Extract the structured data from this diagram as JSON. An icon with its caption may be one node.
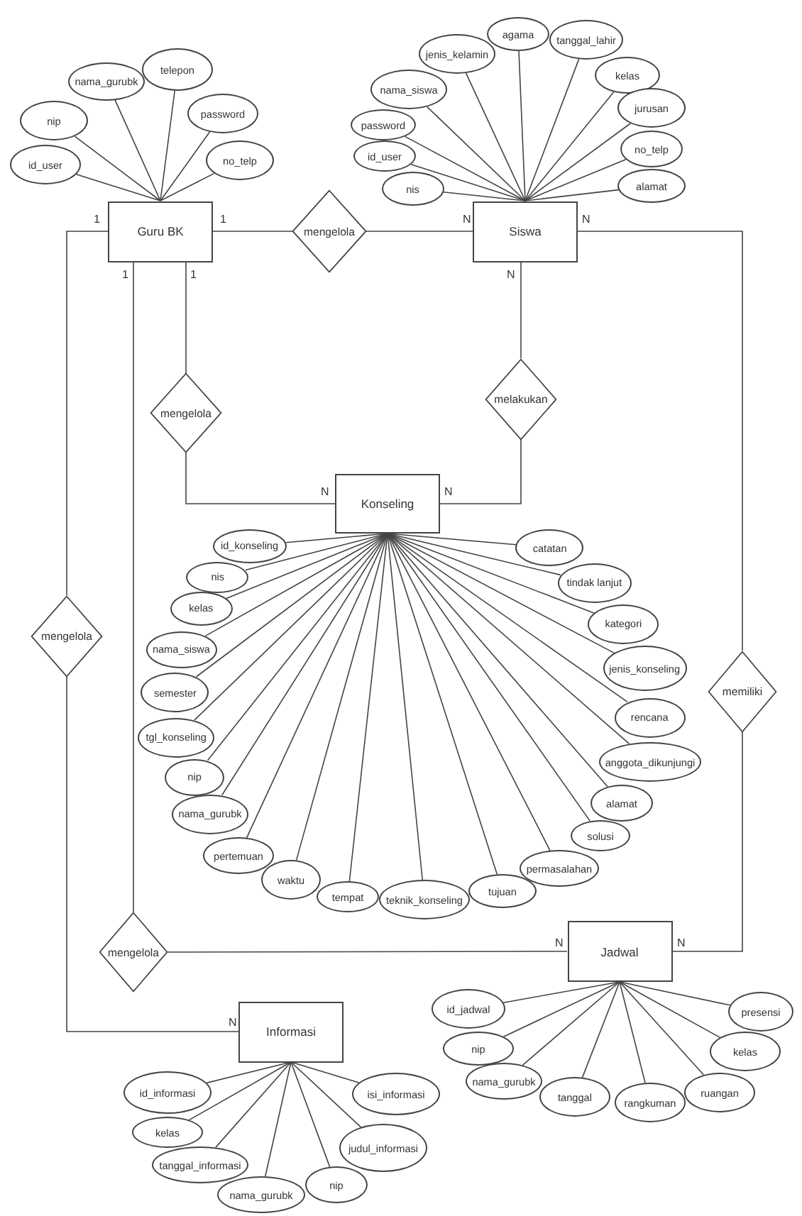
{
  "diagram": {
    "nodes": [
      {
        "text": [
          "Guru BK"
        ]
      },
      {
        "text": [
          "nip"
        ]
      },
      {
        "text": [
          "nama_gurubk"
        ]
      },
      {
        "text": [
          "telepon"
        ]
      },
      {
        "text": [
          "password"
        ]
      },
      {
        "text": [
          "id_user"
        ]
      },
      {
        "text": [
          "no_telp"
        ]
      },
      {
        "text": [
          "mengelola"
        ]
      },
      {
        "text": [
          "Siswa"
        ]
      },
      {
        "text": [
          "jenis_kelamin"
        ]
      },
      {
        "text": [
          "agama"
        ]
      },
      {
        "text": [
          "tanggal_lahir"
        ]
      },
      {
        "text": [
          "nama_siswa"
        ]
      },
      {
        "text": [
          "kelas"
        ]
      },
      {
        "text": [
          "password"
        ]
      },
      {
        "text": [
          "jurusan"
        ]
      },
      {
        "text": [
          "id_user"
        ]
      },
      {
        "text": [
          "no_telp"
        ]
      },
      {
        "text": [
          "nis"
        ]
      },
      {
        "text": [
          "alamat"
        ]
      },
      {
        "text": [
          "mengelola"
        ]
      },
      {
        "text": [
          "melakukan"
        ]
      },
      {
        "text": [
          "Konseling"
        ]
      },
      {
        "text": [
          "id_konseling"
        ]
      },
      {
        "text": [
          "nis"
        ]
      },
      {
        "text": [
          "kelas"
        ]
      },
      {
        "text": [
          "nama_siswa"
        ]
      },
      {
        "text": [
          "semester"
        ]
      },
      {
        "text": [
          "tgl_konseling"
        ]
      },
      {
        "text": [
          "nip"
        ]
      },
      {
        "text": [
          "nama_gurubk"
        ]
      },
      {
        "text": [
          "pertemuan"
        ]
      },
      {
        "text": [
          "waktu"
        ]
      },
      {
        "text": [
          "tempat"
        ]
      },
      {
        "text": [
          "teknik_konseling"
        ]
      },
      {
        "text": [
          "tujuan"
        ]
      },
      {
        "text": [
          "permasalahan"
        ]
      },
      {
        "text": [
          "solusi"
        ]
      },
      {
        "text": [
          "alamat"
        ]
      },
      {
        "text": [
          "anggota_dikunjungi"
        ]
      },
      {
        "text": [
          "rencana"
        ]
      },
      {
        "text": [
          "jenis_konseling"
        ]
      },
      {
        "text": [
          "kategori"
        ]
      },
      {
        "text": [
          "tindak lanjut"
        ]
      },
      {
        "text": [
          "catatan"
        ]
      },
      {
        "text": [
          "mengelola"
        ]
      },
      {
        "text": [
          "memiliki"
        ]
      },
      {
        "text": [
          "mengelola"
        ]
      },
      {
        "text": [
          "Jadwal"
        ]
      },
      {
        "text": [
          "id_jadwal"
        ]
      },
      {
        "text": [
          "nip"
        ]
      },
      {
        "text": [
          "nama_gurubk"
        ]
      },
      {
        "text": [
          "tanggal"
        ]
      },
      {
        "text": [
          "rangkuman"
        ]
      },
      {
        "text": [
          "ruangan"
        ]
      },
      {
        "text": [
          "kelas"
        ]
      },
      {
        "text": [
          "presensi"
        ]
      },
      {
        "text": [
          "Informasi"
        ]
      },
      {
        "text": [
          "id_informasi"
        ]
      },
      {
        "text": [
          "isi_informasi"
        ]
      },
      {
        "text": [
          "kelas"
        ]
      },
      {
        "text": [
          "judul_informasi"
        ]
      },
      {
        "text": [
          "tanggal_informasi"
        ]
      },
      {
        "text": [
          "nip"
        ]
      },
      {
        "text": [
          "nama_gurubk"
        ]
      }
    ],
    "edges": [
      {
        "from": 0,
        "to": 7,
        "arrow": "none"
      },
      {
        "from": 7,
        "to": 8,
        "arrow": "none"
      },
      {
        "from": 0,
        "to": 20,
        "arrow": "none"
      },
      {
        "from": 20,
        "to": 22,
        "arrow": "none"
      },
      {
        "from": 8,
        "to": 21,
        "arrow": "none"
      },
      {
        "from": 21,
        "to": 22,
        "arrow": "none"
      },
      {
        "from": 0,
        "to": 45,
        "arrow": "none"
      },
      {
        "from": 45,
        "to": 57,
        "arrow": "none"
      },
      {
        "from": 0,
        "to": 47,
        "arrow": "none"
      },
      {
        "from": 47,
        "to": 48,
        "arrow": "none"
      },
      {
        "from": 8,
        "to": 46,
        "arrow": "none"
      },
      {
        "from": 46,
        "to": 48,
        "arrow": "none"
      },
      {
        "from": 0,
        "to": 1,
        "arrow": "none"
      },
      {
        "from": 0,
        "to": 2,
        "arrow": "none"
      },
      {
        "from": 0,
        "to": 3,
        "arrow": "none"
      },
      {
        "from": 0,
        "to": 4,
        "arrow": "none"
      },
      {
        "from": 0,
        "to": 5,
        "arrow": "none"
      },
      {
        "from": 0,
        "to": 6,
        "arrow": "none"
      },
      {
        "from": 8,
        "to": 9,
        "arrow": "none"
      },
      {
        "from": 8,
        "to": 10,
        "arrow": "none"
      },
      {
        "from": 8,
        "to": 11,
        "arrow": "none"
      },
      {
        "from": 8,
        "to": 12,
        "arrow": "none"
      },
      {
        "from": 8,
        "to": 13,
        "arrow": "none"
      },
      {
        "from": 8,
        "to": 14,
        "arrow": "none"
      },
      {
        "from": 8,
        "to": 15,
        "arrow": "none"
      },
      {
        "from": 8,
        "to": 16,
        "arrow": "none"
      },
      {
        "from": 8,
        "to": 17,
        "arrow": "none"
      },
      {
        "from": 8,
        "to": 18,
        "arrow": "none"
      },
      {
        "from": 8,
        "to": 19,
        "arrow": "none"
      },
      {
        "from": 22,
        "to": 23,
        "arrow": "none"
      },
      {
        "from": 22,
        "to": 24,
        "arrow": "none"
      },
      {
        "from": 22,
        "to": 25,
        "arrow": "none"
      },
      {
        "from": 22,
        "to": 26,
        "arrow": "none"
      },
      {
        "from": 22,
        "to": 27,
        "arrow": "none"
      },
      {
        "from": 22,
        "to": 28,
        "arrow": "none"
      },
      {
        "from": 22,
        "to": 29,
        "arrow": "none"
      },
      {
        "from": 22,
        "to": 30,
        "arrow": "none"
      },
      {
        "from": 22,
        "to": 31,
        "arrow": "none"
      },
      {
        "from": 22,
        "to": 32,
        "arrow": "none"
      },
      {
        "from": 22,
        "to": 33,
        "arrow": "none"
      },
      {
        "from": 22,
        "to": 34,
        "arrow": "none"
      },
      {
        "from": 22,
        "to": 35,
        "arrow": "none"
      },
      {
        "from": 22,
        "to": 36,
        "arrow": "none"
      },
      {
        "from": 22,
        "to": 37,
        "arrow": "none"
      },
      {
        "from": 22,
        "to": 38,
        "arrow": "none"
      },
      {
        "from": 22,
        "to": 39,
        "arrow": "none"
      },
      {
        "from": 22,
        "to": 40,
        "arrow": "none"
      },
      {
        "from": 22,
        "to": 41,
        "arrow": "none"
      },
      {
        "from": 22,
        "to": 42,
        "arrow": "none"
      },
      {
        "from": 22,
        "to": 43,
        "arrow": "none"
      },
      {
        "from": 22,
        "to": 44,
        "arrow": "none"
      },
      {
        "from": 48,
        "to": 49,
        "arrow": "none"
      },
      {
        "from": 48,
        "to": 50,
        "arrow": "none"
      },
      {
        "from": 48,
        "to": 51,
        "arrow": "none"
      },
      {
        "from": 48,
        "to": 52,
        "arrow": "none"
      },
      {
        "from": 48,
        "to": 53,
        "arrow": "none"
      },
      {
        "from": 48,
        "to": 54,
        "arrow": "none"
      },
      {
        "from": 48,
        "to": 55,
        "arrow": "none"
      },
      {
        "from": 48,
        "to": 56,
        "arrow": "none"
      },
      {
        "from": 57,
        "to": 58,
        "arrow": "none"
      },
      {
        "from": 57,
        "to": 59,
        "arrow": "none"
      },
      {
        "from": 57,
        "to": 60,
        "arrow": "none"
      },
      {
        "from": 57,
        "to": 61,
        "arrow": "none"
      },
      {
        "from": 57,
        "to": 62,
        "arrow": "none"
      },
      {
        "from": 57,
        "to": 63,
        "arrow": "none"
      },
      {
        "from": 57,
        "to": 64,
        "arrow": "none"
      }
    ],
    "labels": [
      "1",
      "1",
      "N",
      "N",
      "1",
      "1",
      "N",
      "N",
      "N",
      "N",
      "N",
      "N"
    ]
  }
}
